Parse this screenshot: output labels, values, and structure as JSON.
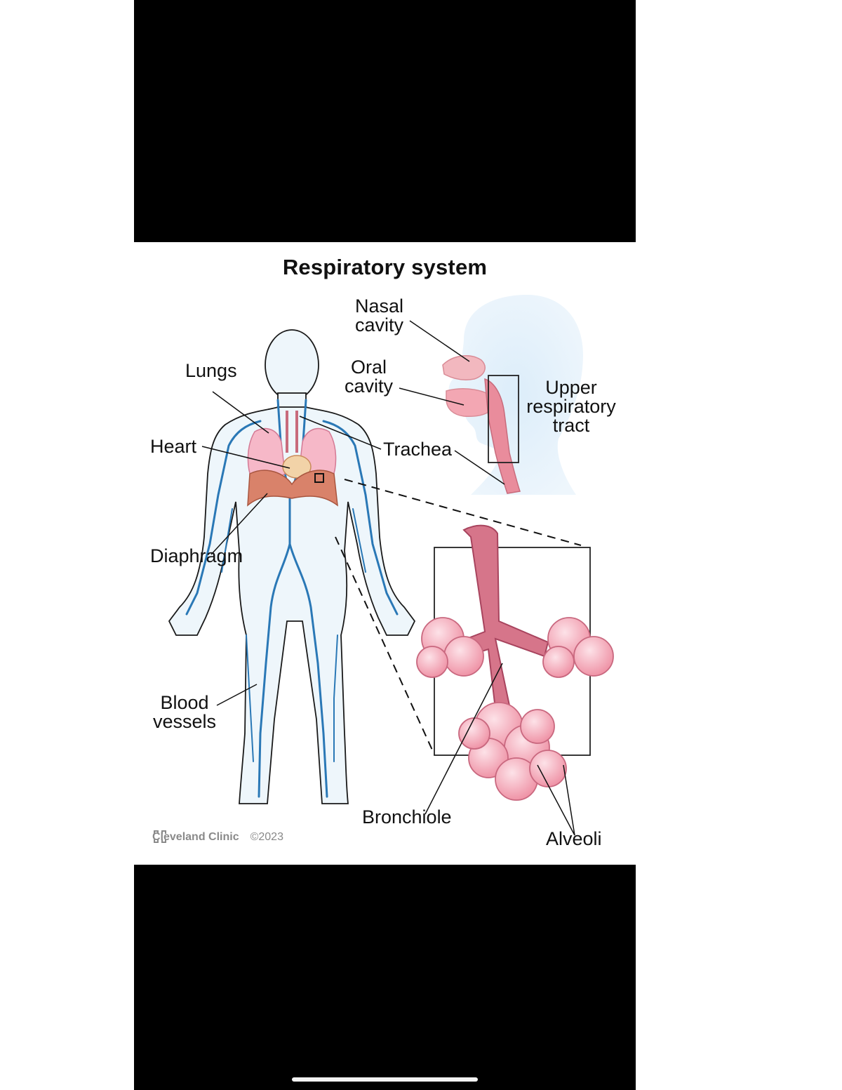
{
  "diagram": {
    "title": "Respiratory system",
    "labels": {
      "nasal_cavity": [
        "Nasal",
        "cavity"
      ],
      "oral_cavity": [
        "Oral",
        "cavity"
      ],
      "upper_respiratory_tract": [
        "Upper",
        "respiratory",
        "tract"
      ],
      "lungs": "Lungs",
      "heart": "Heart",
      "trachea": "Trachea",
      "diaphragm": "Diaphragm",
      "blood_vessels": [
        "Blood",
        "vessels"
      ],
      "bronchiole": "Bronchiole",
      "alveoli": "Alveoli"
    },
    "footer": {
      "brand": "Cleveland Clinic",
      "copyright": "©2023"
    }
  },
  "colors": {
    "skin_fill": "#e6f2fa",
    "vessel_blue": "#2a78b6",
    "lung_pink": "#f2a6bd",
    "diaphragm": "#d9826a",
    "alveoli_pink": "#f4a3b3",
    "bronchiole_dark": "#b9566c"
  }
}
